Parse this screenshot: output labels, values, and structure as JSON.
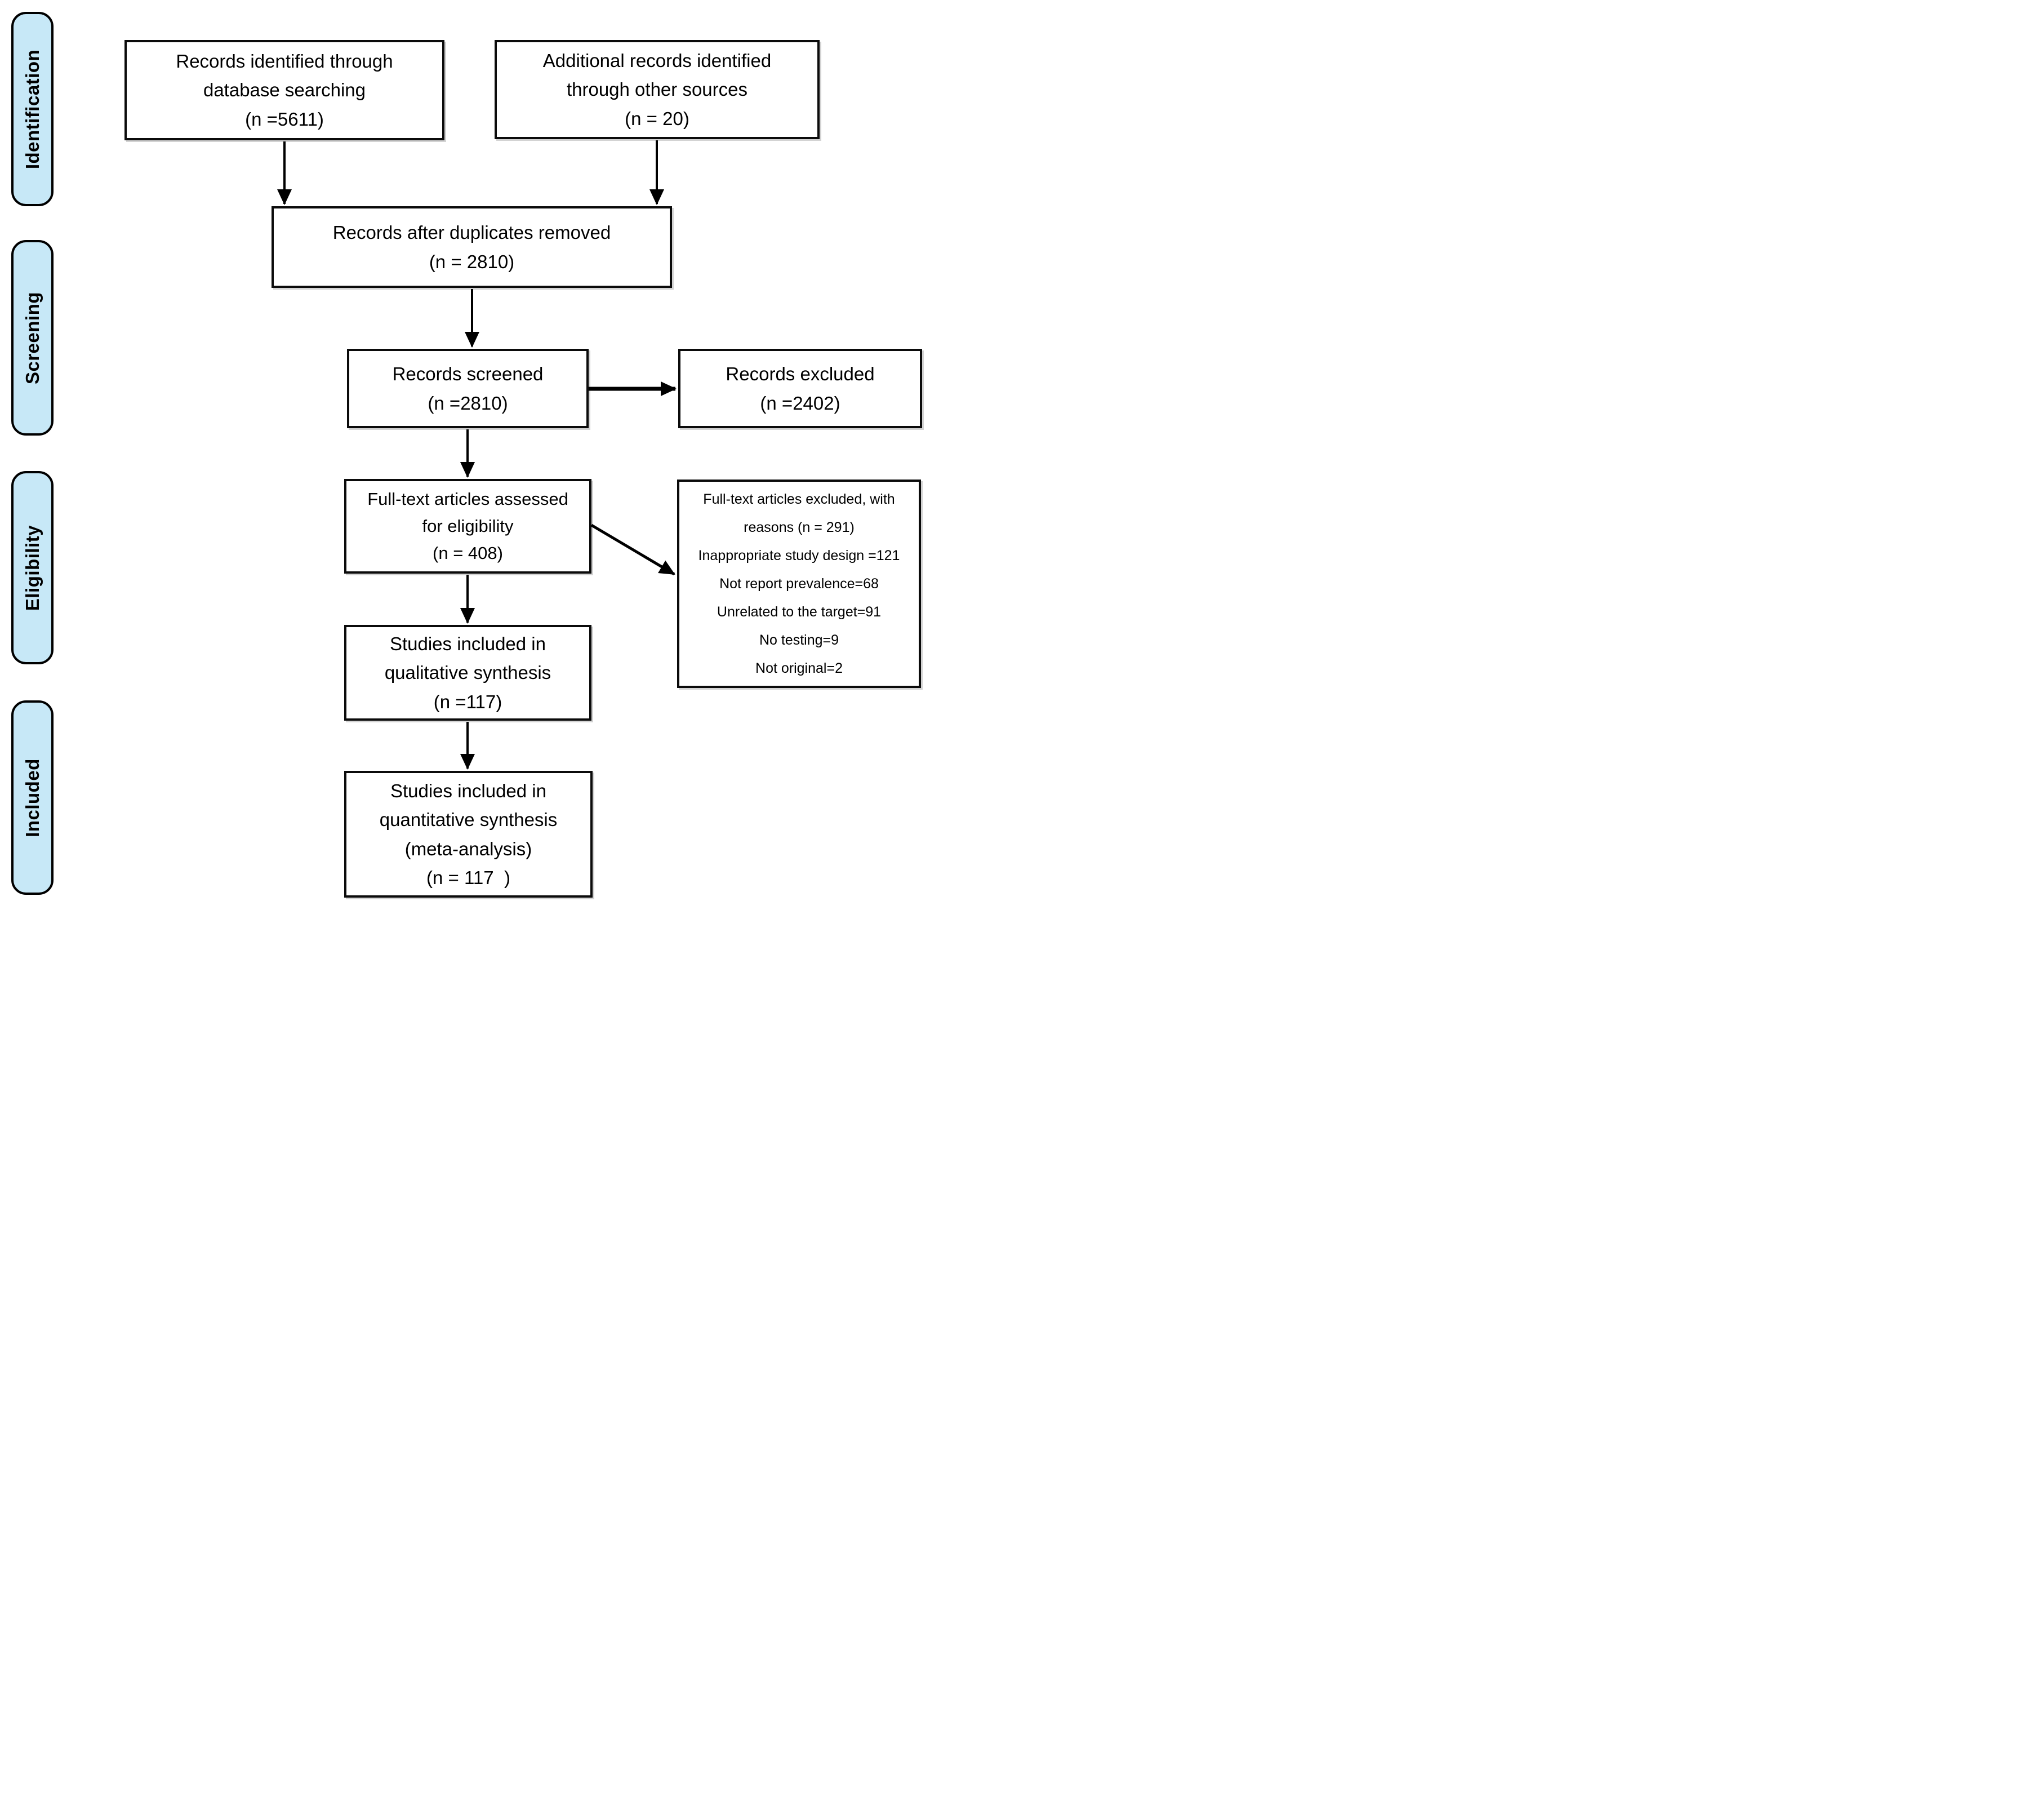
{
  "colors": {
    "stage_fill": "#c7e8f7",
    "stage_border": "#000000",
    "box_fill": "#ffffff",
    "box_border": "#0b0b0b",
    "arrow": "#000000",
    "background": "#ffffff"
  },
  "stages": {
    "identification": "Identification",
    "screening": "Screening",
    "eligibility": "Eligibility",
    "included": "Included"
  },
  "boxes": {
    "identified_database": "Records identified through\ndatabase searching\n(n =5611)",
    "identified_other": "Additional records identified\nthrough other sources\n(n = 20)",
    "after_duplicates": "Records after duplicates removed\n(n = 2810)",
    "screened": "Records screened\n(n =2810)",
    "records_excluded": "Records excluded\n(n =2402)",
    "fulltext_assessed": "Full-text articles assessed\nfor eligibility\n(n = 408)",
    "fulltext_excluded": "Full-text articles excluded, with\nreasons (n = 291)\nInappropriate study design =121\nNot report prevalence=68\nUnrelated to the target=91\nNo testing=9\nNot original=2",
    "qualitative": "Studies included in\nqualitative synthesis\n(n =117)",
    "quantitative": "Studies included in\nquantitative synthesis\n(meta-analysis)\n(n = 117  )"
  },
  "counts": {
    "identified_database": 5611,
    "identified_other": 20,
    "after_duplicates": 2810,
    "screened": 2810,
    "records_excluded": 2402,
    "fulltext_assessed": 408,
    "fulltext_excluded": 291,
    "exclusion_reasons": {
      "inappropriate_study_design": 121,
      "not_report_prevalence": 68,
      "unrelated_to_target": 91,
      "no_testing": 9,
      "not_original": 2
    },
    "qualitative_synthesis": 117,
    "quantitative_synthesis": 117
  }
}
